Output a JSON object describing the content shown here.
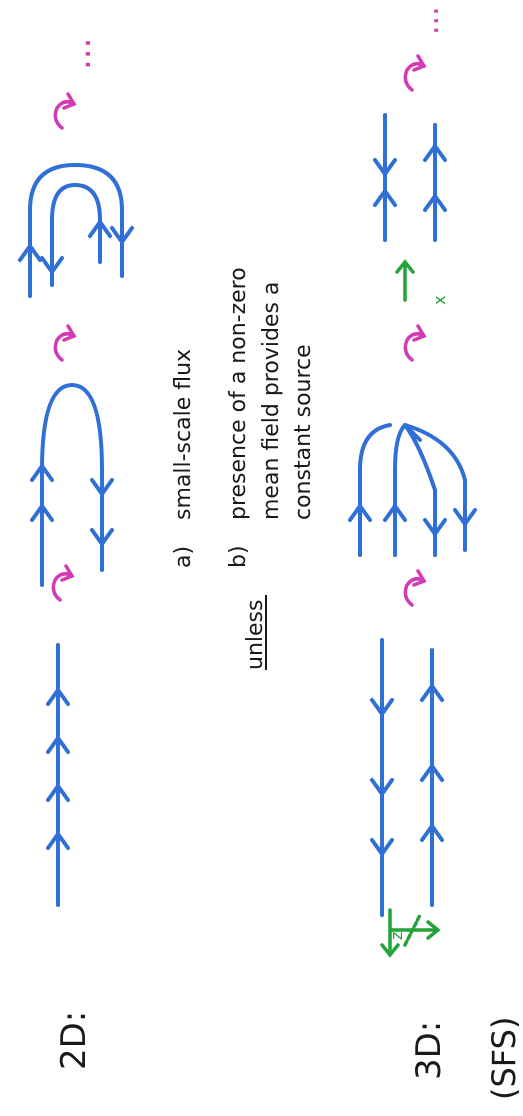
{
  "labels": {
    "row_2d": "2D:",
    "row_3d": "3D:",
    "sfs": "(SFS)",
    "unless": "unless",
    "item_a_marker": "a)",
    "item_a_text": "small-scale flux",
    "item_b_marker": "b)",
    "item_b_line1": "presence of a non-zero",
    "item_b_line2": "mean field provides a",
    "item_b_line3": "constant source",
    "ellipsis_top": "...",
    "ellipsis_bottom": "...",
    "axis_z": "z",
    "axis_x": "x"
  },
  "colors": {
    "field_lines": "#2f6fd6",
    "arrows": "#d23bb4",
    "axes": "#24a33a",
    "text": "#1a1a1a"
  }
}
